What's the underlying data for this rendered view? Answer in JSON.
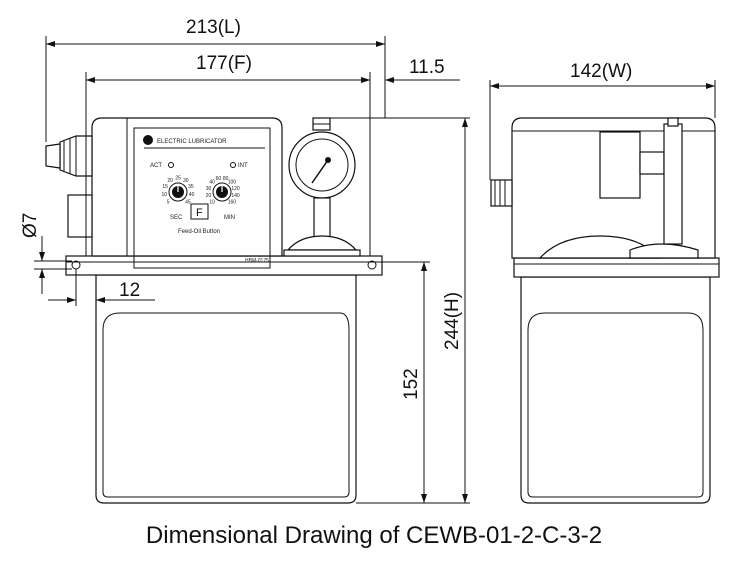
{
  "front_view": {
    "dim_overall_length": "213(L)",
    "dim_frame_length": "177(F)",
    "dim_offset": "11.5",
    "dim_hole": "Ø7",
    "dim_foot": "12",
    "dim_tank_height": "152",
    "dim_overall_height": "244(H)",
    "panel": {
      "title": "ELECTRIC LUBRICATOR",
      "act_label": "ACT",
      "int_label": "INT",
      "sec_label": "SEC",
      "min_label": "MIN",
      "button_label": "F",
      "button_caption": "Feed-Oil Button",
      "left_dial_ticks": [
        "5",
        "10",
        "15",
        "20",
        "25",
        "30",
        "35",
        "40",
        "45"
      ],
      "right_dial_ticks": [
        "10",
        "20",
        "30",
        "40",
        "60",
        "80",
        "100",
        "120",
        "140",
        "160"
      ],
      "part_code": "HBM-0175"
    }
  },
  "side_view": {
    "dim_width": "142(W)"
  },
  "caption": "Dimensional Drawing of CEWB-01-2-C-3-2"
}
